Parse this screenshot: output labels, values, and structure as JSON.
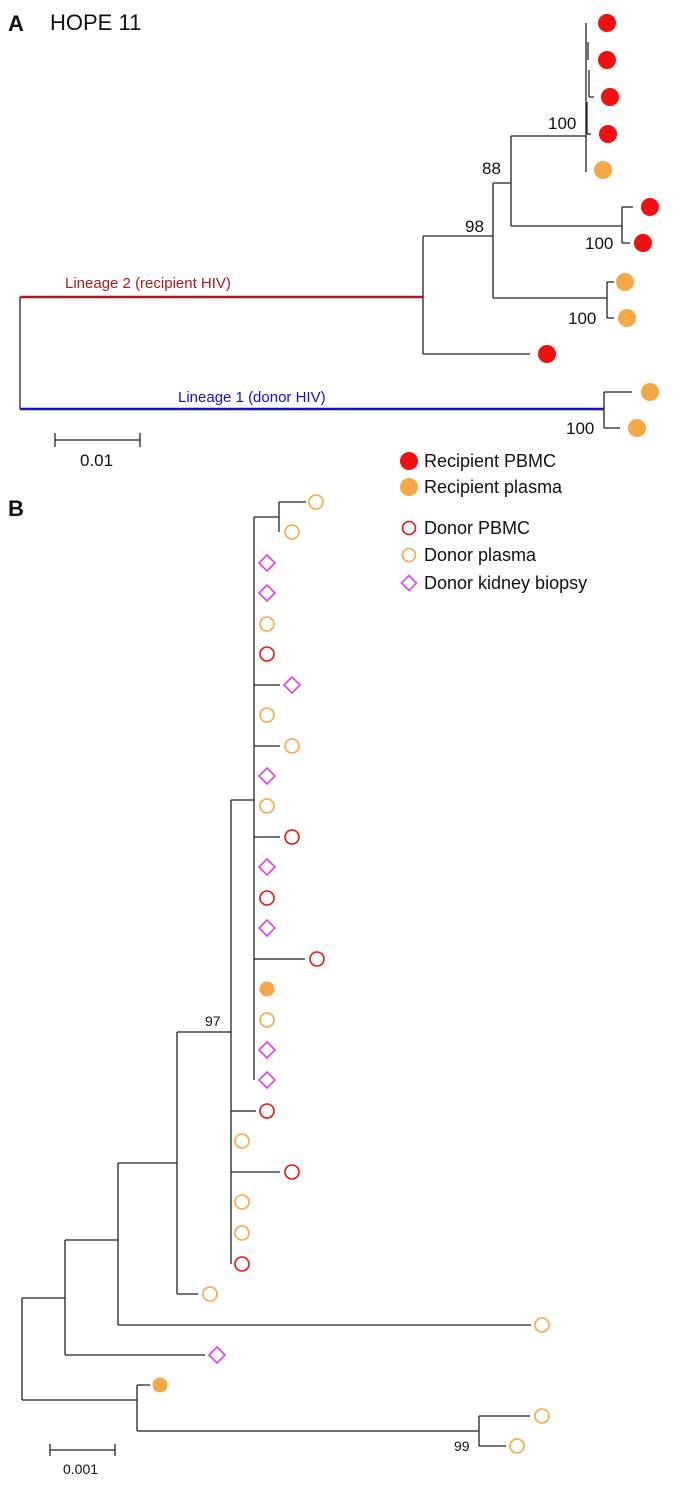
{
  "panel_a": {
    "letter": "A",
    "title": "HOPE 11",
    "lineage2_label": "Lineage 2 (recipient HIV)",
    "lineage1_label": "Lineage 1 (donor HIV)",
    "bootstrap": [
      "100",
      "88",
      "98",
      "100",
      "100",
      "100"
    ],
    "scale_label": "0.01"
  },
  "legend": {
    "items": [
      {
        "label": "Recipient PBMC",
        "type": "rec-pbmc"
      },
      {
        "label": "Recipient plasma",
        "type": "rec-plasma"
      },
      {
        "label": "Donor PBMC",
        "type": "don-pbmc"
      },
      {
        "label": "Donor plasma",
        "type": "don-plasma"
      },
      {
        "label": "Donor kidney biopsy",
        "type": "don-kidney"
      }
    ]
  },
  "panel_b": {
    "letter": "B",
    "bootstrap": [
      "97",
      "99"
    ],
    "scale_label": "0.001"
  },
  "colors": {
    "red": "#f01010",
    "orange": "#f5a845",
    "magenta": "#e040f0",
    "lineage2": "#b01818",
    "lineage1": "#1010d0"
  }
}
